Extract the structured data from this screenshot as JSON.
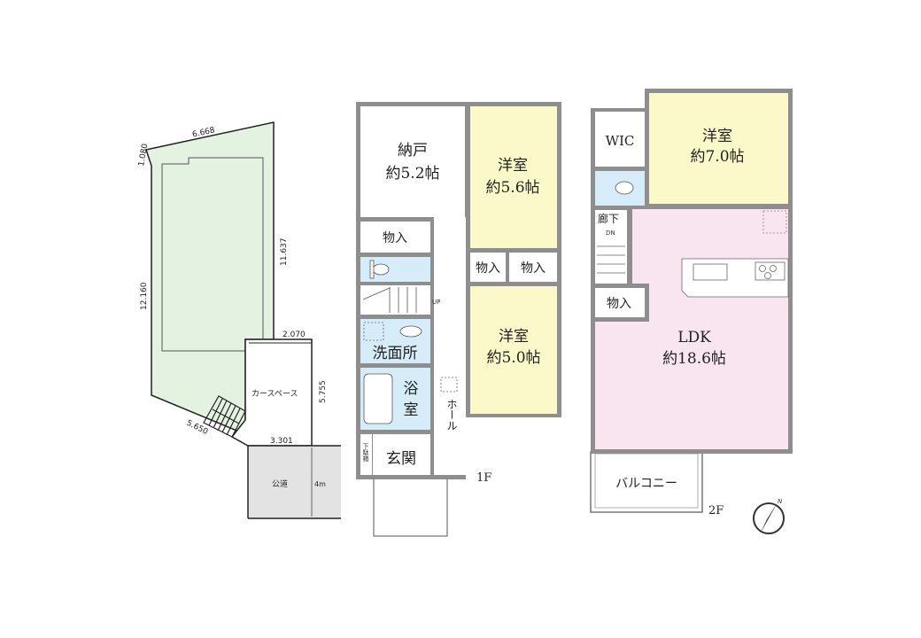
{
  "site_plan": {
    "dimensions": {
      "top": "6.668",
      "top_left": "1.080",
      "left": "12.160",
      "right": "11.637",
      "car_top": "2.070",
      "car_right": "5.755",
      "frontage": "3.301",
      "bottom_left": "5.650"
    },
    "car_space_label": "カースペース",
    "road_label": "公道",
    "road_width": "4m"
  },
  "floor1": {
    "floor_label": "1F",
    "rooms": {
      "storage_room": {
        "name": "納戸",
        "size": "約5.2帖"
      },
      "western_room_a": {
        "name": "洋室",
        "size": "約5.6帖"
      },
      "western_room_b": {
        "name": "洋室",
        "size": "約5.0帖"
      },
      "closet_1": "物入",
      "closet_2": "物入",
      "closet_3": "物入",
      "washroom": "洗面所",
      "bath_1": "浴",
      "bath_2": "室",
      "entrance": "玄関",
      "shoe_box": "下駄箱",
      "hall": "ホール",
      "stairs_up": "UP"
    }
  },
  "floor2": {
    "floor_label": "2F",
    "rooms": {
      "wic": "WIC",
      "western_room": {
        "name": "洋室",
        "size": "約7.0帖"
      },
      "corridor": "廊下",
      "stairs_down": "DN",
      "closet": "物入",
      "ldk": {
        "name": "LDK",
        "size": "約18.6帖"
      },
      "balcony": "バルコニー"
    }
  },
  "compass": {
    "north": "N"
  },
  "colors": {
    "wall": "#8e8e8e",
    "western_room": "#fbf8c9",
    "wet_area": "#d7ecf9",
    "ldk": "#f9e5ef",
    "site": "#e4f3e1",
    "road": "#e3e3e3"
  }
}
